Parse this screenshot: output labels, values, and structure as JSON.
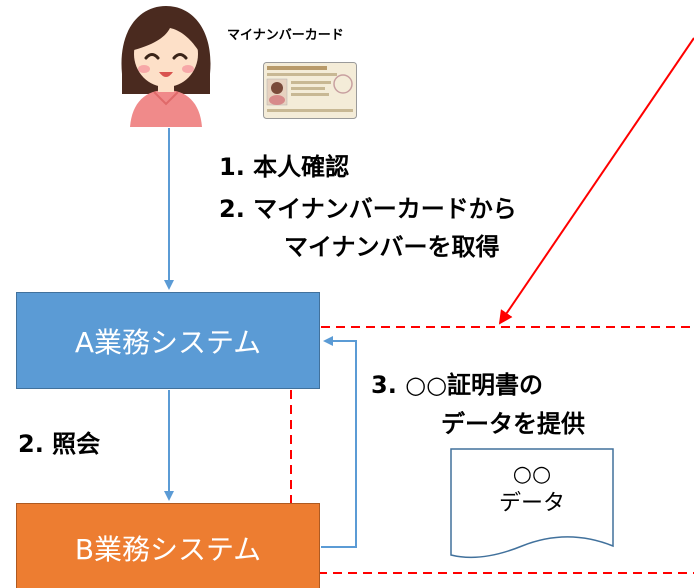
{
  "card": {
    "title": "マイナンバーカード"
  },
  "steps": {
    "line1": "1. 本人確認",
    "line2": "2. マイナンバーカードから",
    "line3": "マイナンバーを取得",
    "query": "2. 照会",
    "provide1": "3. ○○証明書の",
    "provide2": "データを提供"
  },
  "systems": {
    "a": "A業務システム",
    "b": "B業務システム"
  },
  "document": {
    "line1": "○○",
    "line2": "データ"
  },
  "colors": {
    "system_a": "#5b9bd5",
    "system_b": "#ed7d31",
    "arrow": "#5b9bd5",
    "highlight": "#ff0000"
  },
  "icons": [
    "woman-avatar-icon",
    "my-number-card-icon",
    "document-icon"
  ]
}
